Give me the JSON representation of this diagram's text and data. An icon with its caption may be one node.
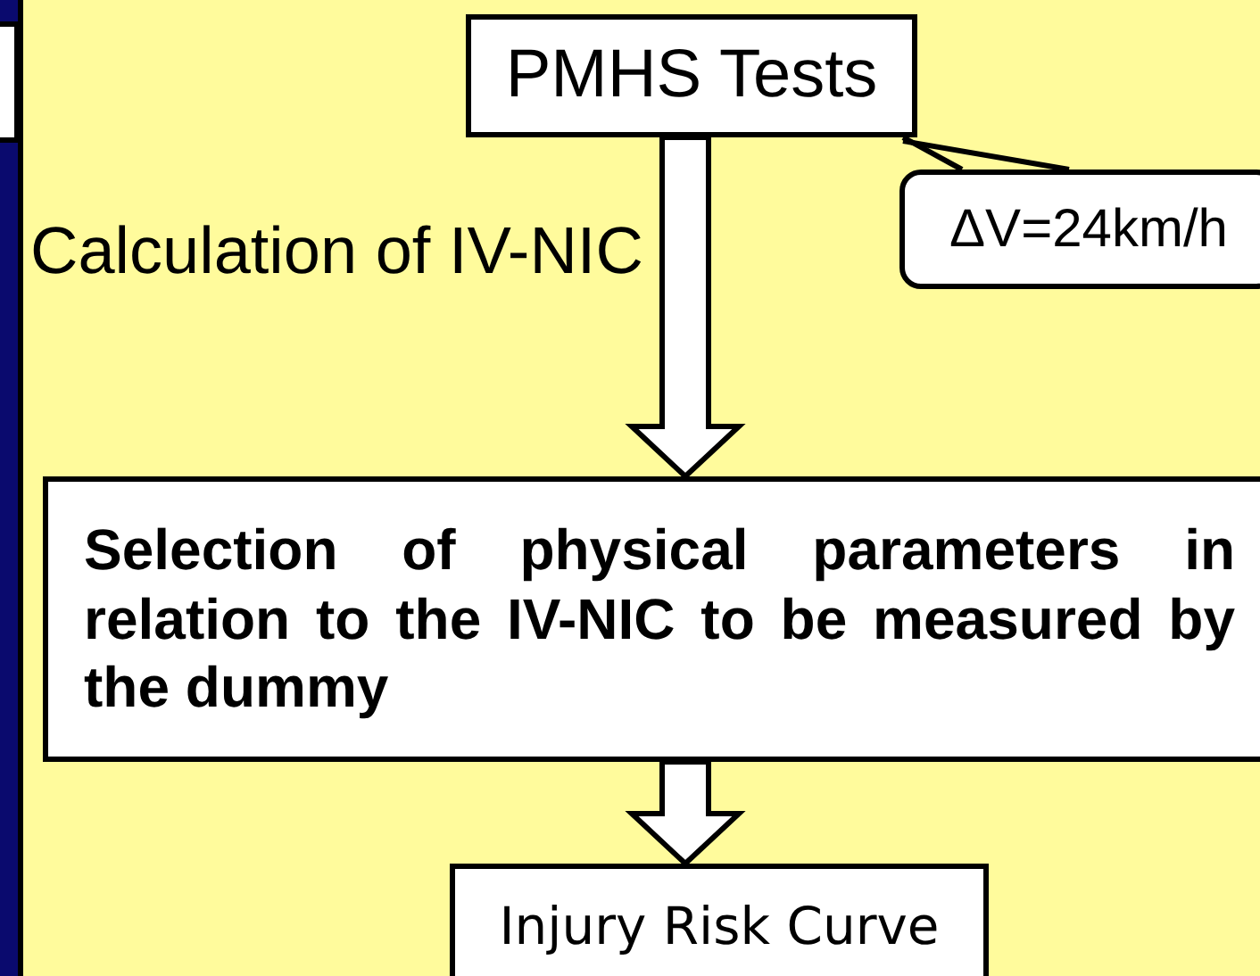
{
  "diagram": {
    "nodes": [
      {
        "text": [
          "PMHS Tests"
        ]
      },
      {
        "text": [
          "ΔV=24km/h"
        ]
      },
      {
        "text": [
          "Selection of physical parameters in relation to the IV-NIC to be measured by the dummy"
        ]
      },
      {
        "text": [
          "Injury Risk Curve"
        ]
      }
    ],
    "edges": [
      {
        "from": 0,
        "to": 2,
        "arrow": "to",
        "style": "thick",
        "label": "Calculation of IV-NIC"
      },
      {
        "from": 1,
        "to": 0,
        "arrow": "none"
      },
      {
        "from": 2,
        "to": 3,
        "arrow": "to",
        "style": "thick"
      }
    ]
  }
}
